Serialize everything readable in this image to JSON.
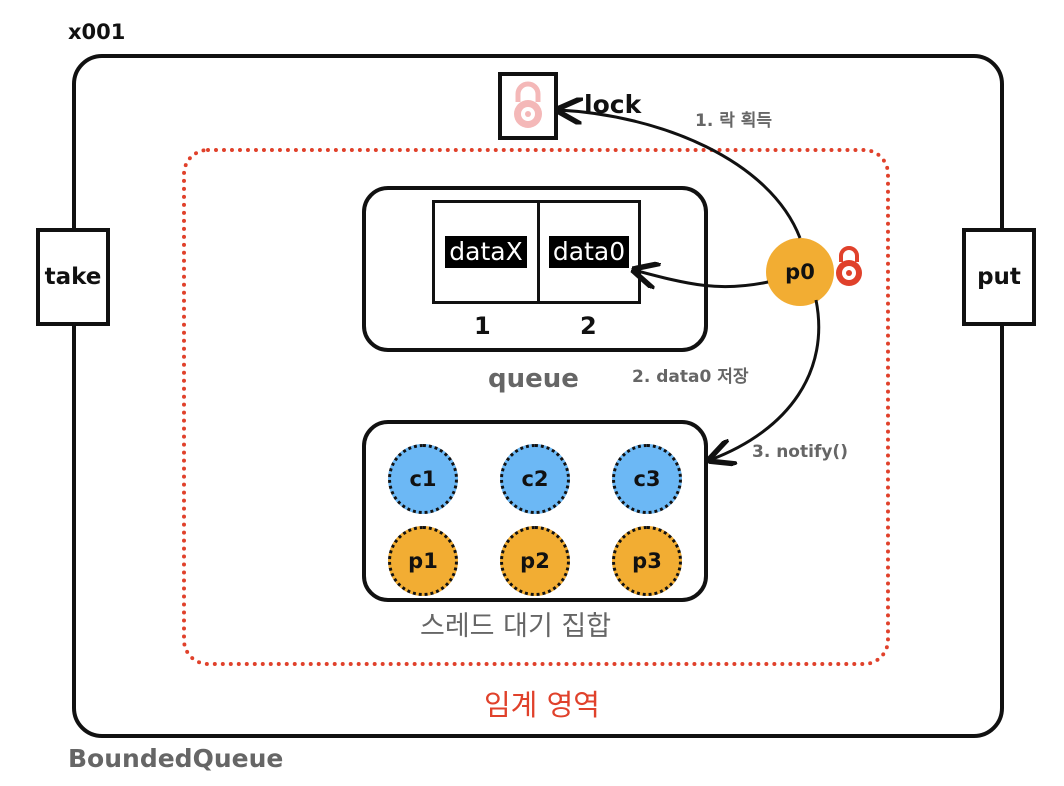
{
  "object_id": "x001",
  "class_name": "BoundedQueue",
  "critical_section_label": "임계 영역",
  "lock_label": "lock",
  "methods": {
    "take": "take",
    "put": "put"
  },
  "queue": {
    "label": "queue",
    "slots": [
      {
        "value": "dataX",
        "index": "1"
      },
      {
        "value": "data0",
        "index": "2"
      }
    ]
  },
  "wait_set": {
    "label": "스레드 대기 집합",
    "consumers": [
      "c1",
      "c2",
      "c3"
    ],
    "producers": [
      "p1",
      "p2",
      "p3"
    ]
  },
  "active_thread": "p0",
  "steps": [
    "1. 락 획득",
    "2. data0 저장",
    "3. notify()"
  ],
  "colors": {
    "critical_border": "#e0412b",
    "consumer": "#6cb8f5",
    "producer": "#f2ad33",
    "lock_faded": "#f4b8b8",
    "lock_held": "#e0412b"
  },
  "icons": {
    "lock_faded": "lock-icon",
    "lock_held": "lock-icon"
  }
}
